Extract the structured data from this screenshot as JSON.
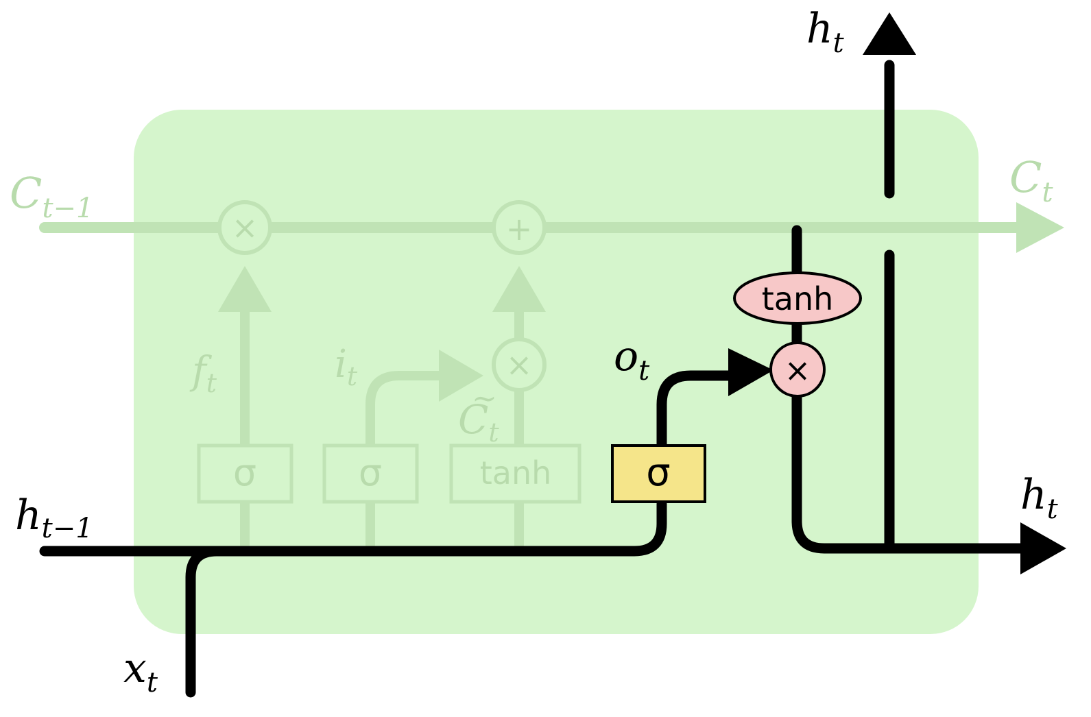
{
  "labels": {
    "c_prev": {
      "base": "C",
      "sub": "t−1"
    },
    "c_out": {
      "base": "C",
      "sub": "t"
    },
    "h_prev": {
      "base": "h",
      "sub": "t−1"
    },
    "x_in": {
      "base": "x",
      "sub": "t"
    },
    "h_top": {
      "base": "h",
      "sub": "t"
    },
    "h_right": {
      "base": "h",
      "sub": "t"
    },
    "f_gate": {
      "base": "f",
      "sub": "t"
    },
    "i_gate": {
      "base": "i",
      "sub": "t"
    },
    "c_tilde": {
      "base": "C",
      "sub": "t",
      "accent": "~"
    },
    "o_gate": {
      "base": "o",
      "sub": "t"
    }
  },
  "layers": {
    "forget": "σ",
    "input": "σ",
    "candidate": "tanh",
    "output": "σ"
  },
  "ops": {
    "forget_mul": "×",
    "cell_add": "+",
    "input_mul": "×",
    "output_mul": "×",
    "output_tanh": "tanh"
  },
  "colors": {
    "cell_bg": "#d5f5cc",
    "faded": "#c0e3b5",
    "faded_text": "#b8dbac",
    "active_line": "#000000",
    "sigma_box": "#f5e58a",
    "pointwise": "#f7c8c8"
  }
}
